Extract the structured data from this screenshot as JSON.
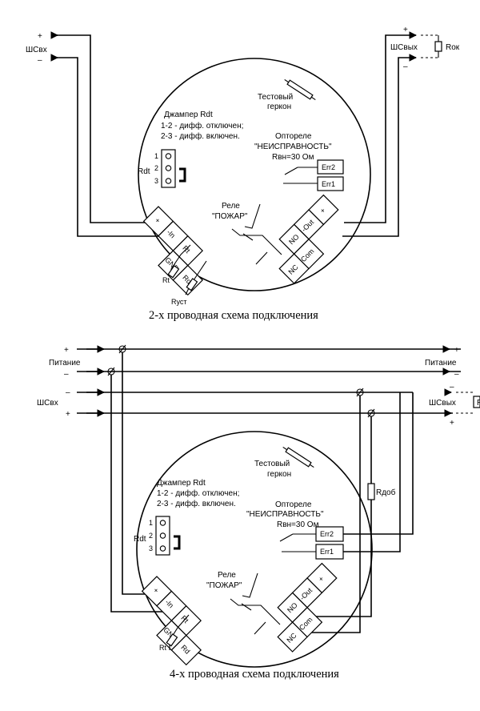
{
  "diagrams": [
    {
      "caption": "2-х проводная схема подключения",
      "loop_in": "ШСвх",
      "loop_out": "ШСвых",
      "end_resistor": "Rок",
      "plus": "+",
      "minus": "–",
      "reed_switch": [
        "Тестовый",
        "геркон"
      ],
      "jumper": {
        "title": "Джампер Rdt",
        "line1": "1-2 - дифф. отключен;",
        "line2": "2-3 - дифф. включен.",
        "label": "Rdt",
        "pins": [
          "1",
          "2",
          "3"
        ]
      },
      "optorelay": {
        "title": "Оптореле",
        "name": "\"НЕИСПРАВНОСТЬ\"",
        "resistance": "Rвн=30 Ом",
        "pins": [
          "Err2",
          "Err1"
        ]
      },
      "relay": {
        "title": "Реле",
        "name": "\"ПОЖАР\""
      },
      "terminals_left": [
        "+",
        "-In",
        "Rt",
        "GND",
        "Rd"
      ],
      "terminals_right": [
        "+",
        "-Out",
        "NO",
        "Com",
        "NC"
      ],
      "resistors": [
        "Rt",
        "Rуст"
      ]
    },
    {
      "caption": "4-х проводная схема подключения",
      "power": "Питание",
      "loop_in": "ШСвх",
      "loop_out": "ШСвых",
      "end_resistor_cut": "R",
      "add_resistor": "Rдоб",
      "plus": "+",
      "minus": "–",
      "reed_switch": [
        "Тестовый",
        "геркон"
      ],
      "jumper": {
        "title": "Джампер Rdt",
        "line1": "1-2 - дифф. отключен;",
        "line2": "2-3 - дифф. включен.",
        "label": "Rdt",
        "pins": [
          "1",
          "2",
          "3"
        ]
      },
      "optorelay": {
        "title": "Оптореле",
        "name": "\"НЕИСПРАВНОСТЬ\"",
        "resistance": "Rвн=30 Ом",
        "pins": [
          "Err2",
          "Err1"
        ]
      },
      "relay": {
        "title": "Реле",
        "name": "\"ПОЖАР\""
      },
      "terminals_left": [
        "+",
        "-In",
        "Rt",
        "GND",
        "Rd"
      ],
      "terminals_right": [
        "+",
        "-Out",
        "NO",
        "Com",
        "NC"
      ],
      "resistors": [
        "Rt"
      ]
    }
  ]
}
